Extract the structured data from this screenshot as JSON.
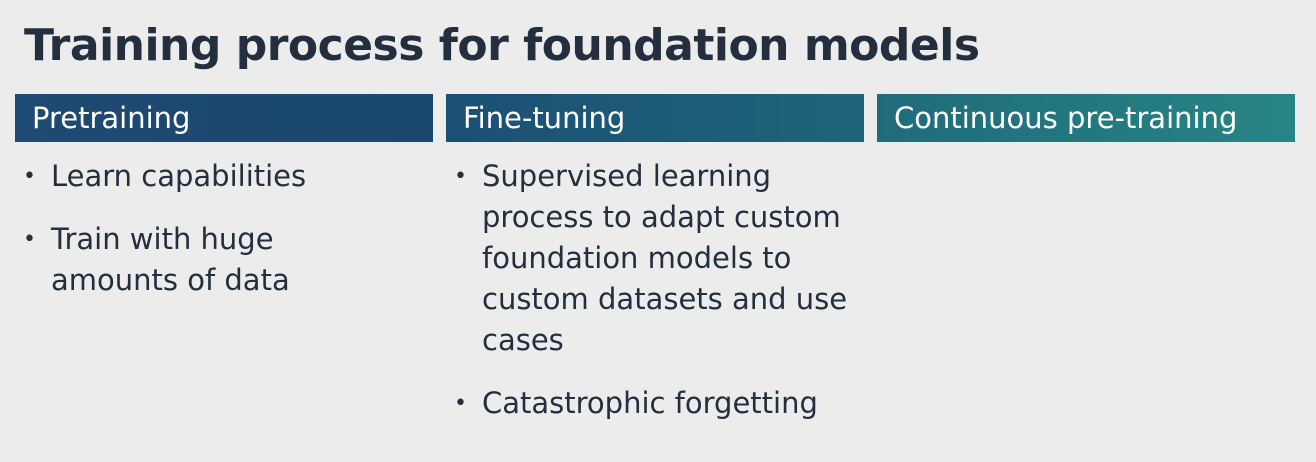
{
  "slide": {
    "title": "Training process for foundation models",
    "columns": [
      {
        "header": "Pretraining",
        "bullets": [
          "Learn capabilities",
          "Train with huge amounts of data"
        ]
      },
      {
        "header": "Fine-tuning",
        "bullets": [
          "Supervised learning process to adapt custom foundation models to custom datasets and use cases",
          "Catastrophic forgetting"
        ]
      },
      {
        "header": "Continuous pre-training",
        "bullets": []
      }
    ],
    "bullet_glyph": "•"
  },
  "colors": {
    "background": "#ececec",
    "text": "#232f3e",
    "header_pretraining": "#1f4a73",
    "header_finetuning": "#1f5c78",
    "header_continuous": "#25807f"
  }
}
